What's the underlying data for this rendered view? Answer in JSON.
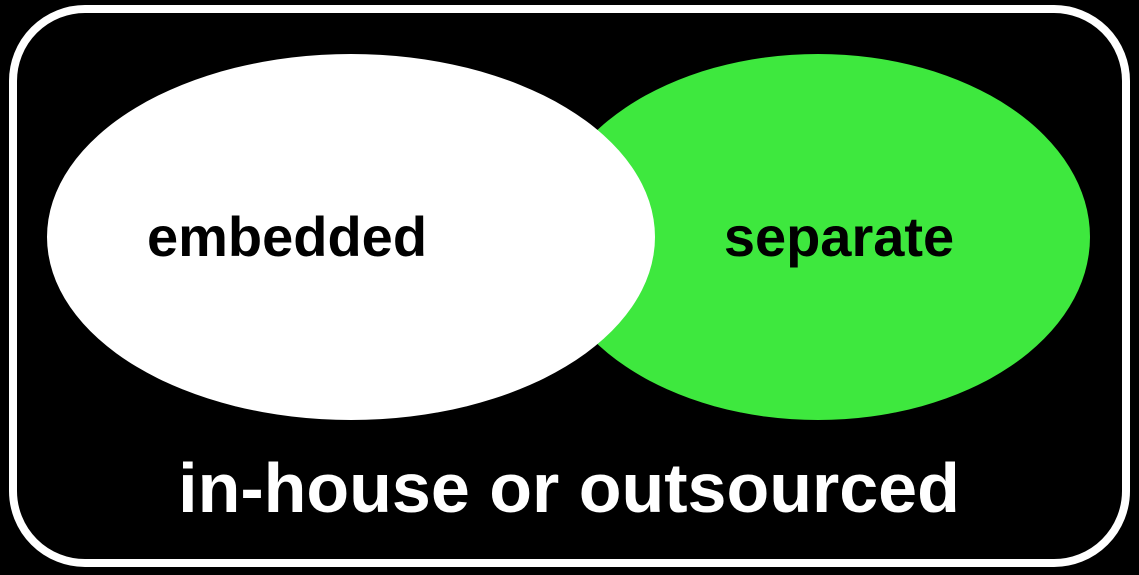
{
  "colors": {
    "background": "#000000",
    "frame_border": "#ffffff",
    "left_ellipse": "#ffffff",
    "right_ellipse": "#3ee83e",
    "ellipse_text": "#000000",
    "footer_text": "#ffffff"
  },
  "diagram": {
    "left_label": "embedded",
    "right_label": "separate",
    "footer_label": "in-house or outsourced"
  }
}
